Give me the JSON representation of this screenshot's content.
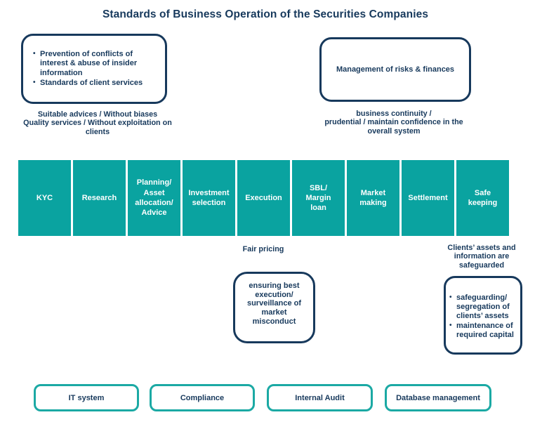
{
  "title": "Standards of Business Operation of the Securities Companies",
  "colors": {
    "navy": "#17395c",
    "teal": "#0aa3a0",
    "teal_border": "#1ba9a4",
    "bar_text": "#ffffff"
  },
  "top_section": {
    "conduct_box": {
      "bullets": [
        "Prevention of conflicts of\ninterest & abuse of insider\ninformation",
        "Standards of client services"
      ],
      "caption": "Suitable advices / Without biases\nQuality services / Without exploitation on\nclients"
    },
    "risk_box": {
      "label": "Management of risks & finances",
      "caption": "business continuity /\nprudential / maintain confidence in the\noverall system"
    }
  },
  "process_bar": {
    "cells": [
      "KYC",
      "Research",
      "Planning/\nAsset\nallocation/\nAdvice",
      "Investment\nselection",
      "Execution",
      "SBL/\nMargin\nloan",
      "Market\nmaking",
      "Settlement",
      "Safe\nkeeping"
    ]
  },
  "execution_note": {
    "label": "Fair pricing",
    "box": "ensuring best\nexecution/\nsurveillance of\nmarket\nmisconduct"
  },
  "safekeeping_note": {
    "label": "Clients’ assets and\ninformation are\nsafeguarded",
    "bullets": [
      "safeguarding/\nsegregation of\nclients’ assets",
      "maintenance of\nrequired capital"
    ]
  },
  "support_row": {
    "boxes": [
      "IT system",
      "Compliance",
      "Internal Audit",
      "Database management"
    ]
  }
}
